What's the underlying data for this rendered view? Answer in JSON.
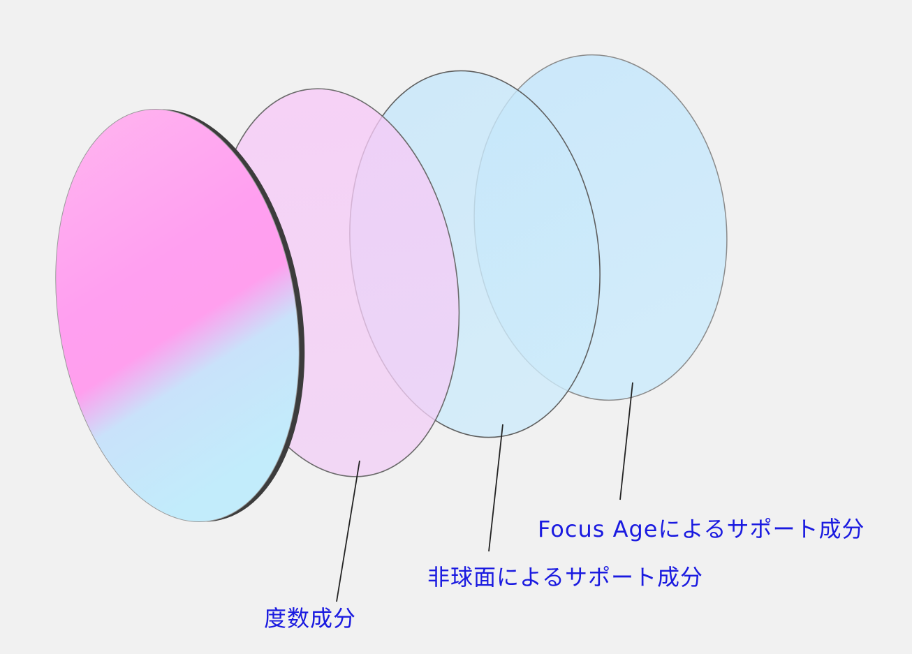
{
  "labels": {
    "power_component": "度数成分",
    "aspheric_support": "非球面によるサポート成分",
    "focus_age_support": "Focus Ageによるサポート成分"
  },
  "colors": {
    "label_text": "#1a1ae0",
    "lens_pink": "#ffa6f2",
    "lens_light_pink": "#f3d0f6",
    "lens_cyan": "#bfe8fb",
    "leader_line": "#222222",
    "background": "#f1f1f1"
  }
}
